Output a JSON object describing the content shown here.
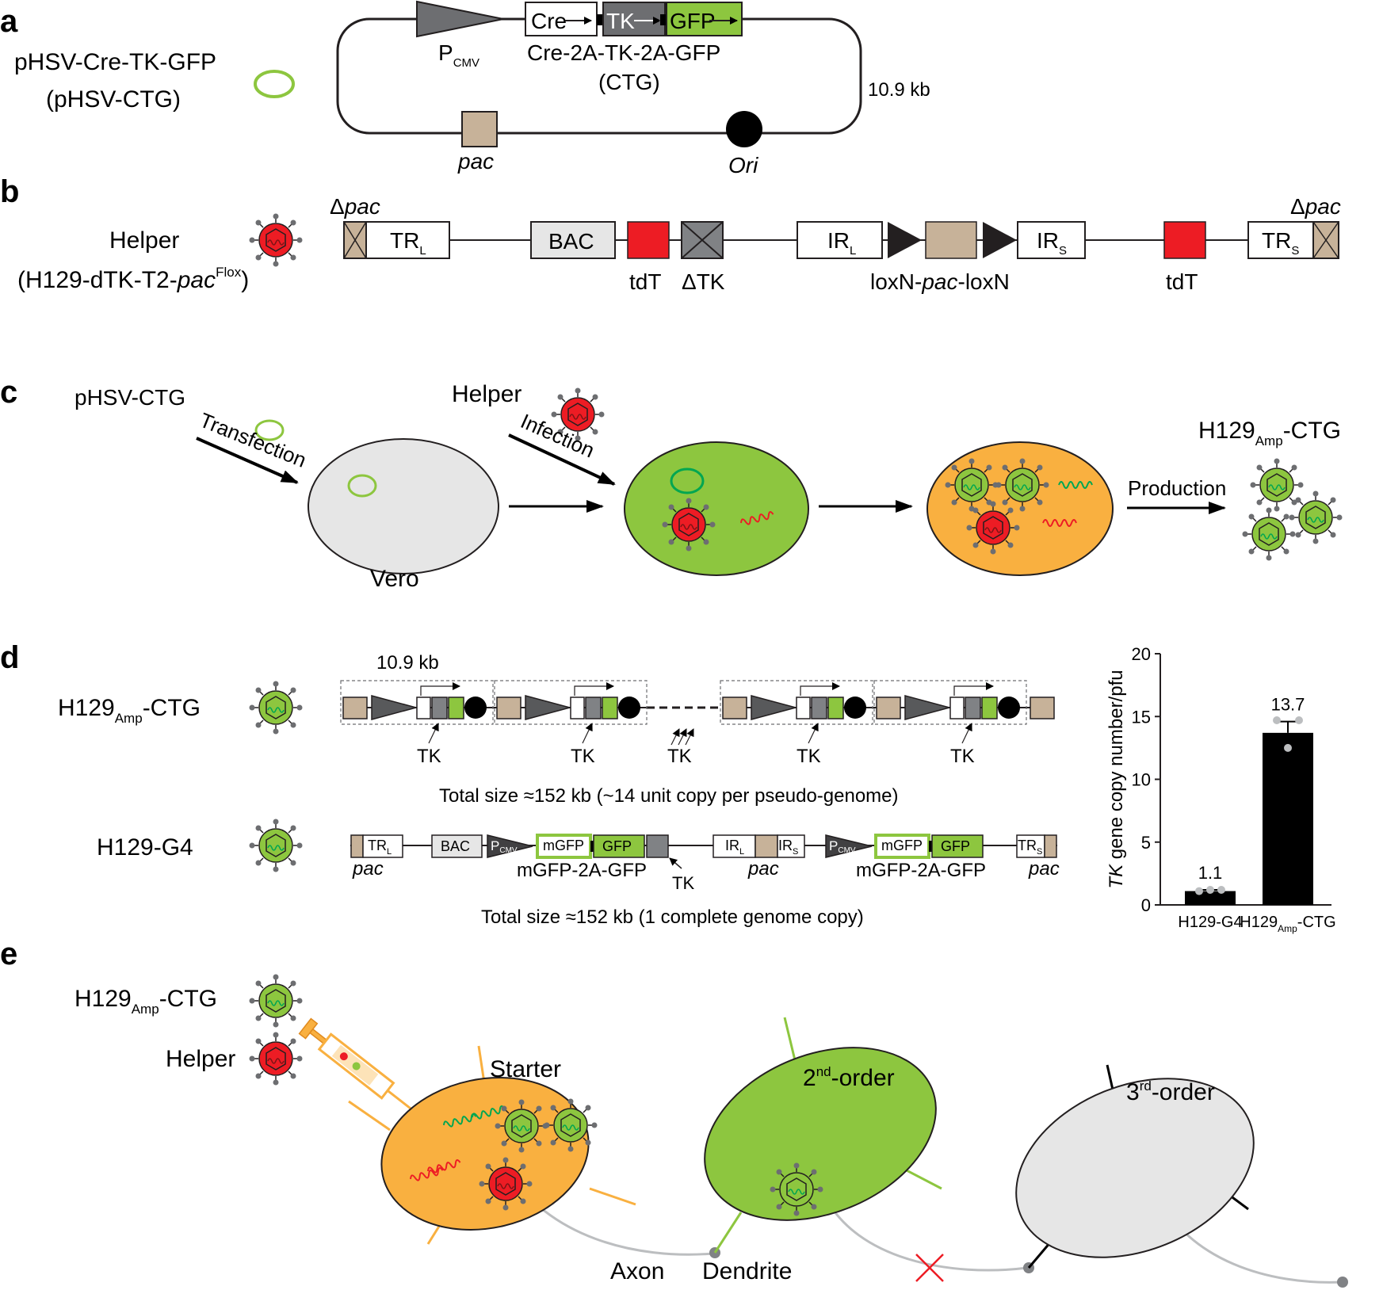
{
  "panels": {
    "a": "a",
    "b": "b",
    "c": "c",
    "d": "d",
    "e": "e"
  },
  "colors": {
    "green": "#8dc63f",
    "red": "#ed1c24",
    "orange": "#f9b040",
    "grey": "#e6e6e6",
    "tan": "#c7b299",
    "dark_grey": "#6d6e71",
    "mid_grey": "#808285",
    "black": "#000000",
    "line": "#231f20",
    "axon": "#bcbec0"
  },
  "a": {
    "plasmid_name": "pHSV-Cre-TK-GFP",
    "plasmid_abbr": "(pHSV-CTG)",
    "promoter_main": "P",
    "promoter_sub": "CMV",
    "cre": "Cre",
    "tk": "TK",
    "gfp": "GFP",
    "cassette": "Cre-2A-TK-2A-GFP",
    "cassette_abbr": "(CTG)",
    "size": "10.9 kb",
    "pac": "pac",
    "ori": "Ori"
  },
  "b": {
    "helper": "Helper",
    "helper_name_pre": "(H129-dTK-T2-",
    "helper_name_pac": "pac",
    "helper_name_sup": "Flox",
    "helper_name_post": ")",
    "dpac_left_delta": "Δ",
    "dpac_left_pac": "pac",
    "dpac_right_delta": "Δ",
    "dpac_right_pac": "pac",
    "trl": "TR",
    "trl_sub": "L",
    "bac": "BAC",
    "tdt1": "tdT",
    "dtk": "ΔTK",
    "irl": "IR",
    "irl_sub": "L",
    "loxn_pre": "loxN-",
    "loxn_pac": "pac",
    "loxn_post": "-loxN",
    "irs": "IR",
    "irs_sub": "S",
    "tdt2": "tdT",
    "trs": "TR",
    "trs_sub": "S"
  },
  "c": {
    "plasmid": "pHSV-CTG",
    "transfection": "Transfection",
    "helper": "Helper",
    "infection": "Infection",
    "vero": "Vero",
    "product_main": "H129",
    "product_sub": "Amp",
    "product_post": "-CTG",
    "production": "Production"
  },
  "d": {
    "amp_main": "H129",
    "amp_sub": "Amp",
    "amp_post": "-CTG",
    "unit_size": "10.9 kb",
    "tk": "TK",
    "amp_total": "Total size ≈152 kb (~14 unit copy per pseudo-genome)",
    "g4_name": "H129-G4",
    "trl": "TR",
    "trl_sub": "L",
    "bac": "BAC",
    "p": "P",
    "p_sub": "CMV",
    "mgfp": "mGFP",
    "gfp": "GFP",
    "cassette": "mGFP-2A-GFP",
    "irl": "IR",
    "irl_sub": "L",
    "irs": "IR",
    "irs_sub": "S",
    "trs": "TR",
    "trs_sub": "S",
    "pac": "pac",
    "g4_total": "Total size ≈152 kb (1 complete genome copy)"
  },
  "chart_data": {
    "type": "bar",
    "ylabel_italic": "TK",
    "ylabel_rest": " gene copy number/pfu",
    "ylim": [
      0,
      20
    ],
    "yticks": [
      0,
      5,
      10,
      15,
      20
    ],
    "categories": [
      {
        "main": "H129-G4",
        "sub": "",
        "post": ""
      },
      {
        "main": "H129",
        "sub": "Amp",
        "post": "-CTG"
      }
    ],
    "values": [
      1.1,
      13.7
    ],
    "value_labels": [
      "1.1",
      "13.7"
    ],
    "error": [
      0.1,
      0.9
    ],
    "points": [
      [
        1.1,
        1.2,
        1.2
      ],
      [
        14.7,
        12.5,
        14.7
      ]
    ]
  },
  "e": {
    "amp_main": "H129",
    "amp_sub": "Amp",
    "amp_post": "-CTG",
    "helper": "Helper",
    "starter": "Starter",
    "second_main": "2",
    "second_sup": "nd",
    "second_post": "-order",
    "third_main": "3",
    "third_sup": "rd",
    "third_post": "-order",
    "axon": "Axon",
    "dendrite": "Dendrite"
  }
}
